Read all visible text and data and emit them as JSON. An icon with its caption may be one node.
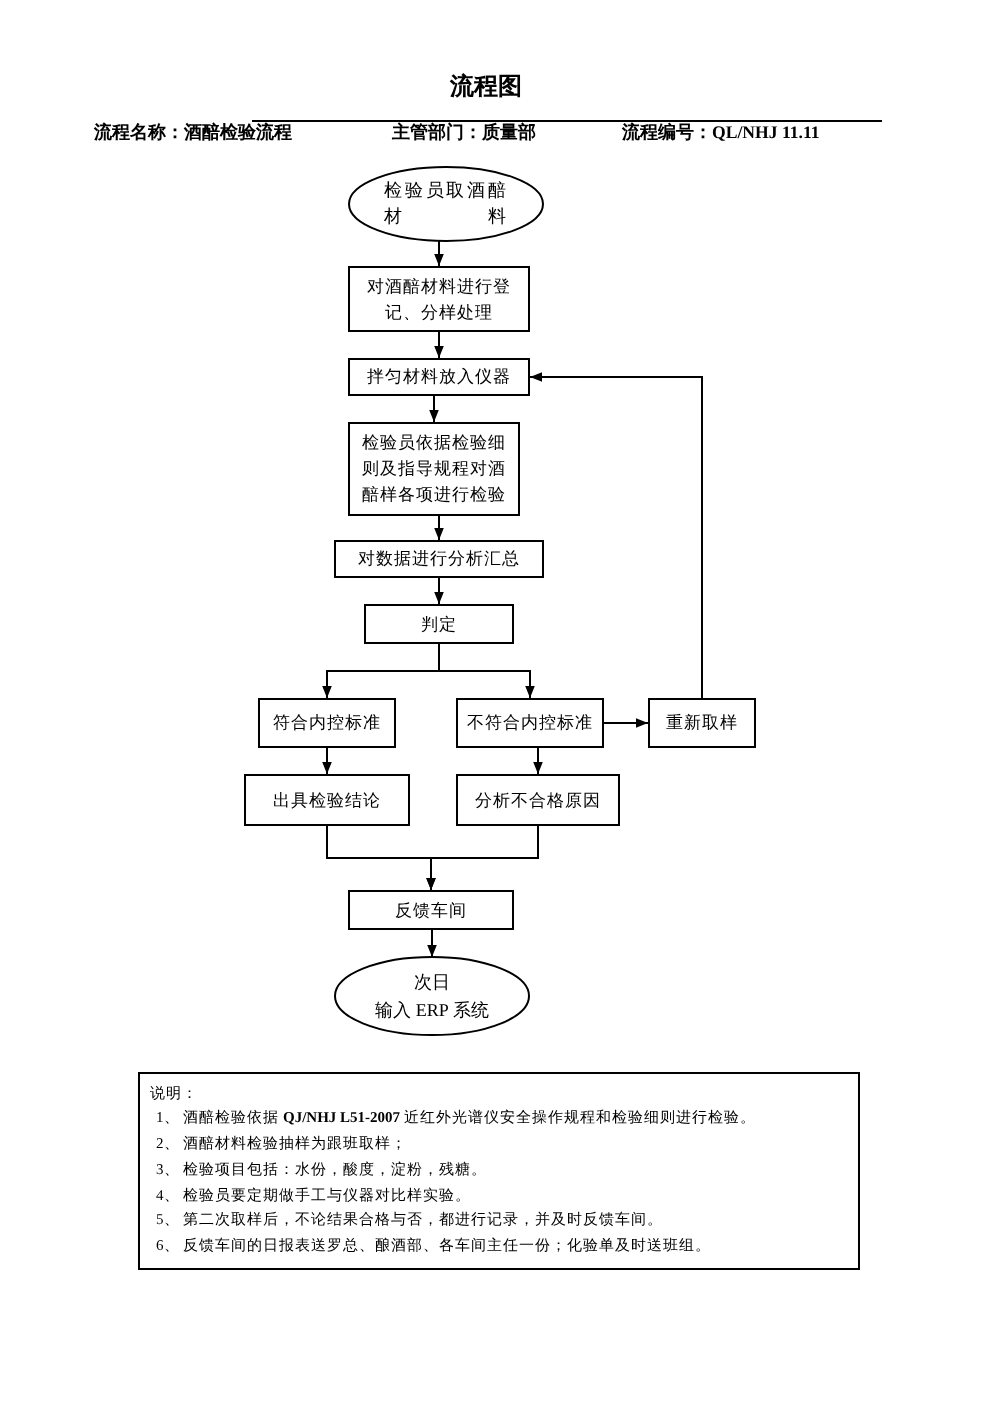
{
  "diagram": {
    "title": "流程图",
    "labels": [
      "流程名称：酒醅检验流程",
      "主管部门：质量部",
      "流程编号：QL/NHJ 11.11"
    ],
    "nodes": [
      {
        "text": [
          "检验员取酒醅材料"
        ]
      },
      {
        "text": [
          "对酒醅材料进行登记、分样处理"
        ]
      },
      {
        "text": [
          "拌匀材料放入仪器"
        ]
      },
      {
        "text": [
          "检验员依据检验细则及指导规程对酒醅样各项进行检验"
        ]
      },
      {
        "text": [
          "对数据进行分析汇总"
        ]
      },
      {
        "text": [
          "判定"
        ]
      },
      {
        "text": [
          "符合内控标准"
        ]
      },
      {
        "text": [
          "不符合内控标准"
        ]
      },
      {
        "text": [
          "重新取样"
        ]
      },
      {
        "text": [
          "出具检验结论"
        ]
      },
      {
        "text": [
          "分析不合格原因"
        ]
      },
      {
        "text": [
          "反馈车间"
        ]
      },
      {
        "text": [
          "次日",
          "输入 ERP 系统"
        ]
      },
      {
        "text": [
          "说明：",
          "1、 酒醅检验依据 **QJ/NHJ L51-2007** 近红外光谱仪安全操作规程和检验细则进行检验。",
          "2、 酒醅材料检验抽样为跟班取样；",
          "3、 检验项目包括：水份，酸度，淀粉，残糖。",
          "4、 检验员要定期做手工与仪器对比样实验。",
          "5、 第二次取样后，不论结果合格与否，都进行记录，并及时反馈车间。",
          "6、 反馈车间的日报表送罗总、酿酒部、各车间主任一份；化验单及时送班组。"
        ]
      }
    ],
    "edges": [
      {
        "from": 0,
        "to": 1,
        "arrow": "to"
      },
      {
        "from": 1,
        "to": 2,
        "arrow": "to"
      },
      {
        "from": 2,
        "to": 3,
        "arrow": "to"
      },
      {
        "from": 3,
        "to": 4,
        "arrow": "to"
      },
      {
        "from": 4,
        "to": 5,
        "arrow": "to"
      },
      {
        "from": 5,
        "to": 6,
        "arrow": "to"
      },
      {
        "from": 5,
        "to": 7,
        "arrow": "to"
      },
      {
        "from": 7,
        "to": 8,
        "arrow": "to"
      },
      {
        "from": 8,
        "to": 2,
        "arrow": "to"
      },
      {
        "from": 6,
        "to": 9,
        "arrow": "to"
      },
      {
        "from": 7,
        "to": 10,
        "arrow": "to"
      },
      {
        "from": 9,
        "to": 11,
        "arrow": "to"
      },
      {
        "from": 10,
        "to": 11,
        "arrow": "to"
      },
      {
        "from": 11,
        "to": 12,
        "arrow": "to"
      }
    ]
  }
}
